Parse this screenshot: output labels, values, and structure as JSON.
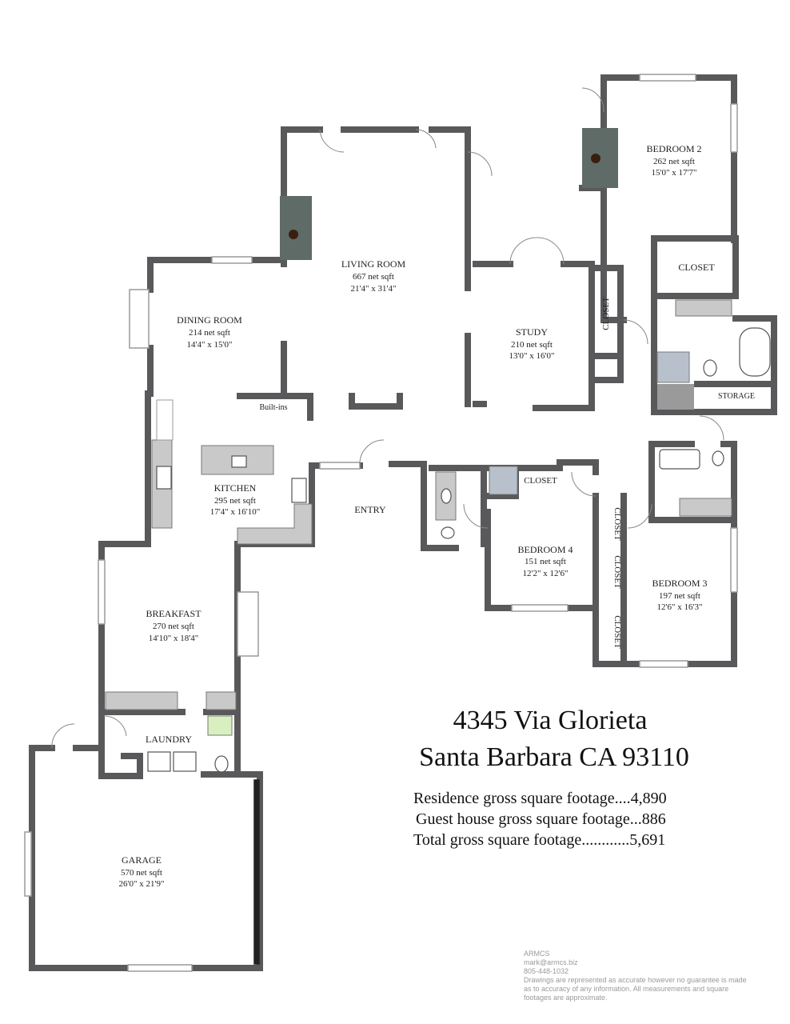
{
  "rooms": {
    "bedroom2": {
      "name": "BEDROOM 2",
      "area": "262 net sqft",
      "dims": "15'0\" x 17'7\""
    },
    "living": {
      "name": "LIVING ROOM",
      "area": "667 net sqft",
      "dims": "21'4\" x 31'4\""
    },
    "dining": {
      "name": "DINING ROOM",
      "area": "214 net sqft",
      "dims": "14'4\" x 15'0\""
    },
    "study": {
      "name": "STUDY",
      "area": "210 net sqft",
      "dims": "13'0\" x 16'0\""
    },
    "kitchen": {
      "name": "KITCHEN",
      "area": "295 net sqft",
      "dims": "17'4\" x 16'10\""
    },
    "bedroom4": {
      "name": "BEDROOM 4",
      "area": "151 net sqft",
      "dims": "12'2\" x 12'6\""
    },
    "bedroom3": {
      "name": "BEDROOM 3",
      "area": "197 net sqft",
      "dims": "12'6\" x 16'3\""
    },
    "breakfast": {
      "name": "BREAKFAST",
      "area": "270 net sqft",
      "dims": "14'10\" x 18'4\""
    },
    "garage": {
      "name": "GARAGE",
      "area": "570 net sqft",
      "dims": "26'0\" x 21'9\""
    }
  },
  "labels": {
    "closet": "CLOSET",
    "storage": "STORAGE",
    "builtins": "Built-ins",
    "entry": "ENTRY",
    "laundry": "LAUNDRY"
  },
  "address": {
    "line1": "4345 Via Glorieta",
    "line2": "Santa Barbara CA 93110"
  },
  "stats": [
    "Residence gross square footage....4,890",
    "Guest house gross square footage...886",
    "Total gross square footage............5,691"
  ],
  "footer": {
    "company": "ARMCS",
    "email": "mark@armcs.biz",
    "phone": "805-448-1032",
    "disclaimer1": "Drawings are represented as accurate however no guarantee is made",
    "disclaimer2": "as to accuracy of any information. All measurements and square",
    "disclaimer3": "footages are approximate."
  },
  "colors": {
    "wall": "#59595b",
    "counter": "#c9c9c9"
  }
}
